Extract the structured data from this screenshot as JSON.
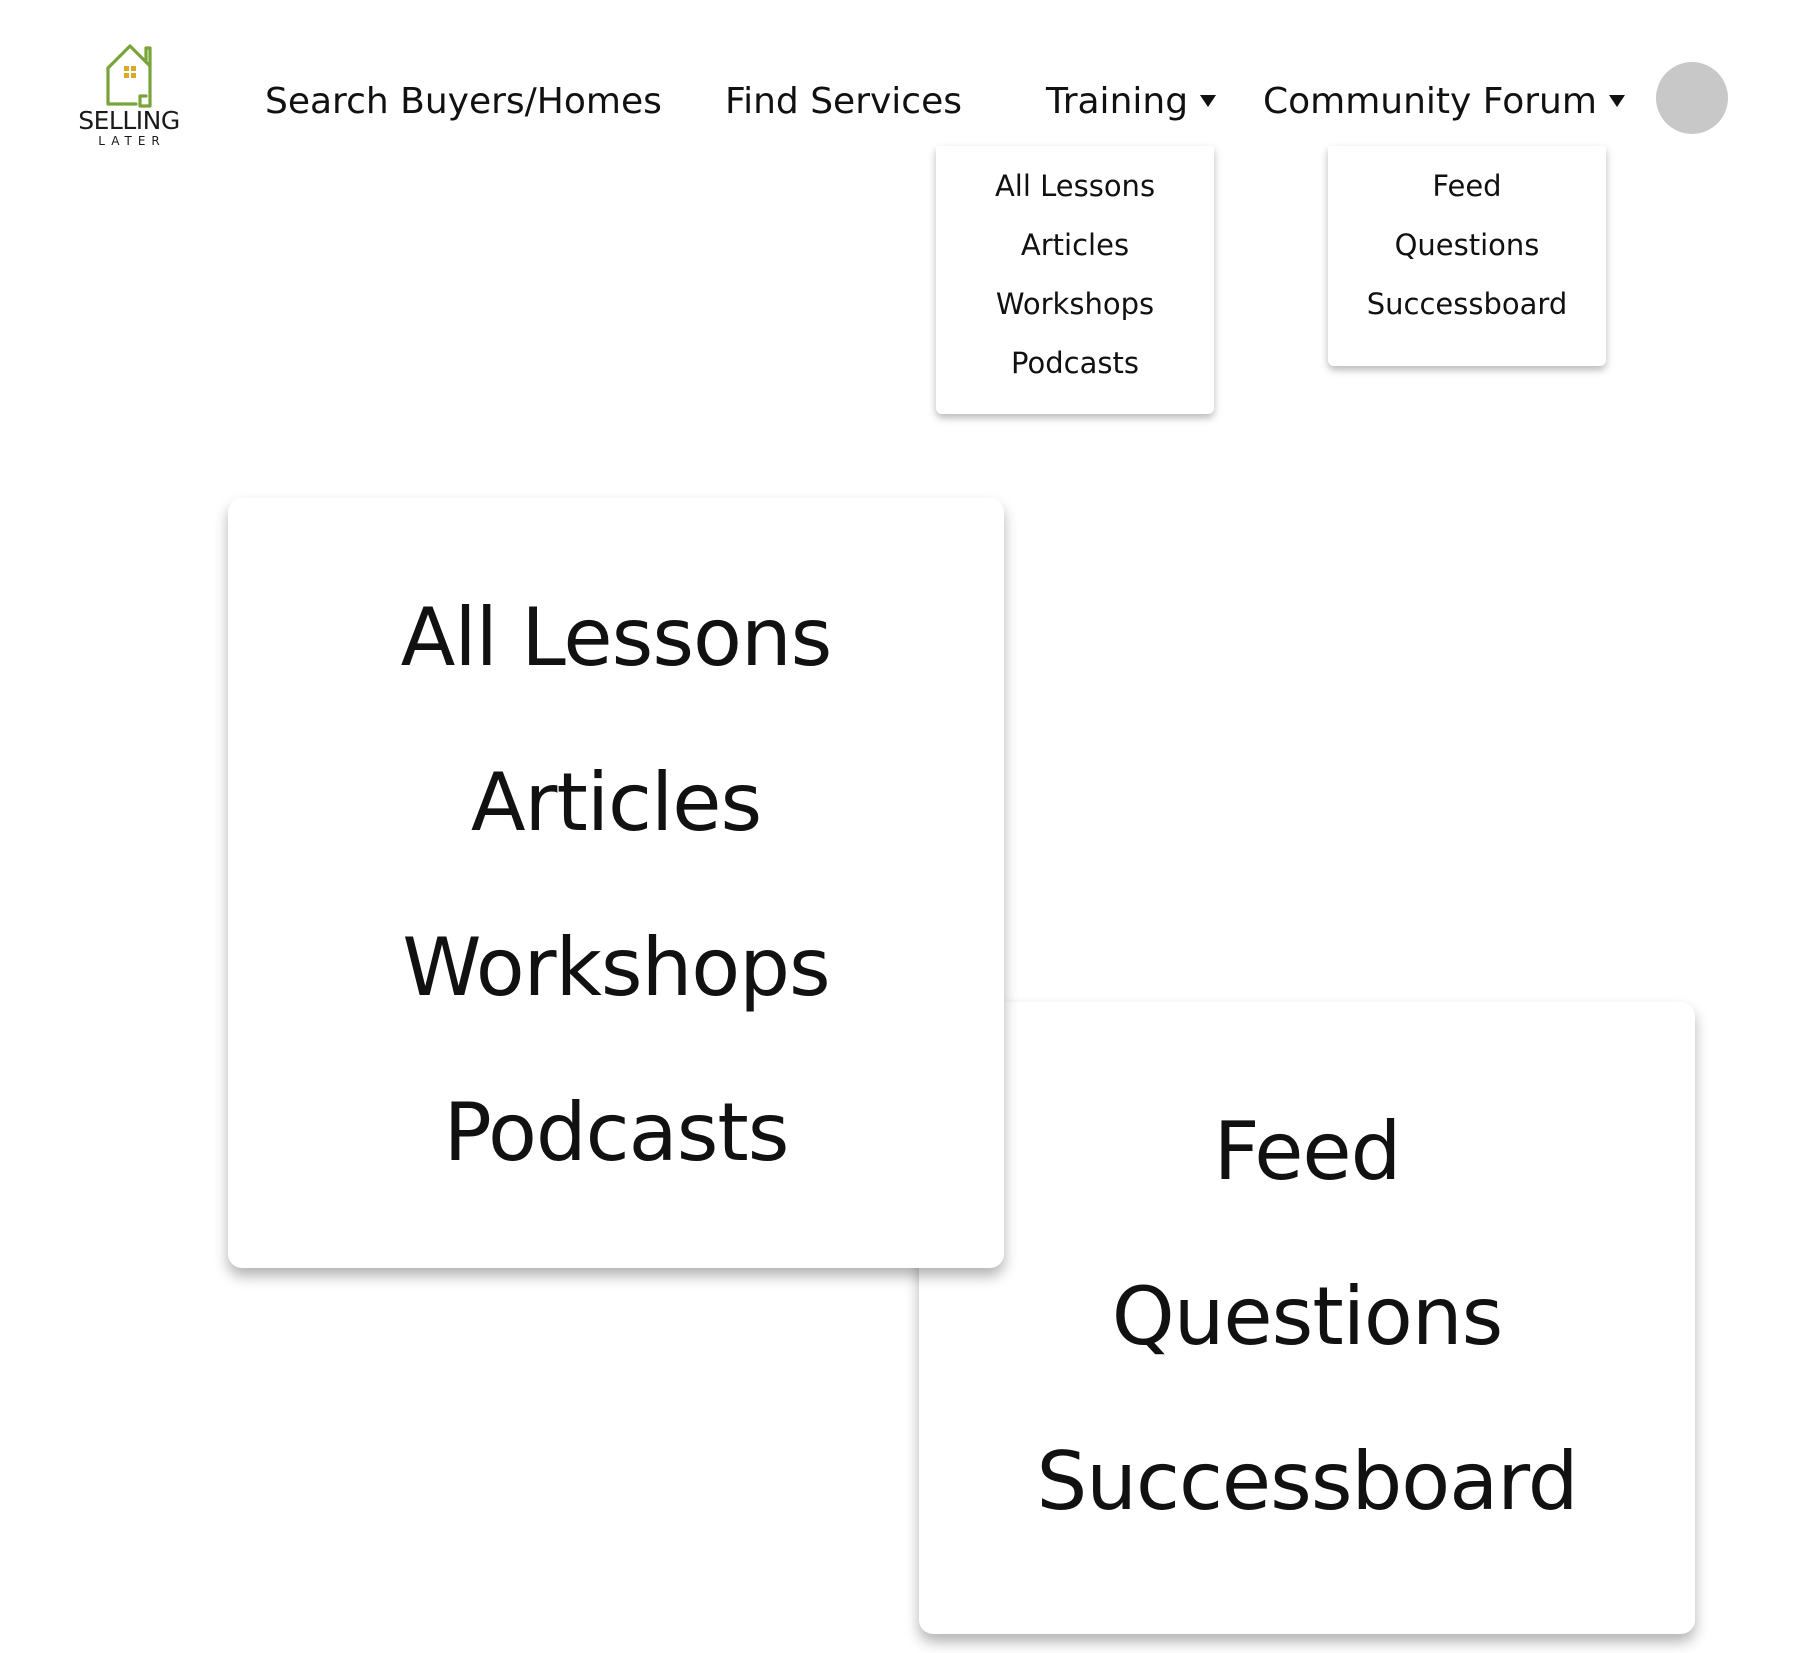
{
  "brand": {
    "name": "SELLING",
    "tagline": "LATER",
    "logo_icon": "house-icon",
    "colors": {
      "house_outline": "#7aa33a",
      "window": "#d9a92a"
    }
  },
  "nav": {
    "items": [
      {
        "label": "Search Buyers/Homes",
        "has_dropdown": false
      },
      {
        "label": "Find Services",
        "has_dropdown": false
      },
      {
        "label": "Training",
        "has_dropdown": true,
        "icon": "caret-down-icon"
      },
      {
        "label": "Community Forum",
        "has_dropdown": true,
        "icon": "caret-down-icon"
      }
    ],
    "avatar_color": "#c8c8c8"
  },
  "training_menu": {
    "items": [
      "All Lessons",
      "Articles",
      "Workshops",
      "Podcasts"
    ]
  },
  "forum_menu": {
    "items": [
      "Feed",
      "Questions",
      "Successboard"
    ]
  }
}
